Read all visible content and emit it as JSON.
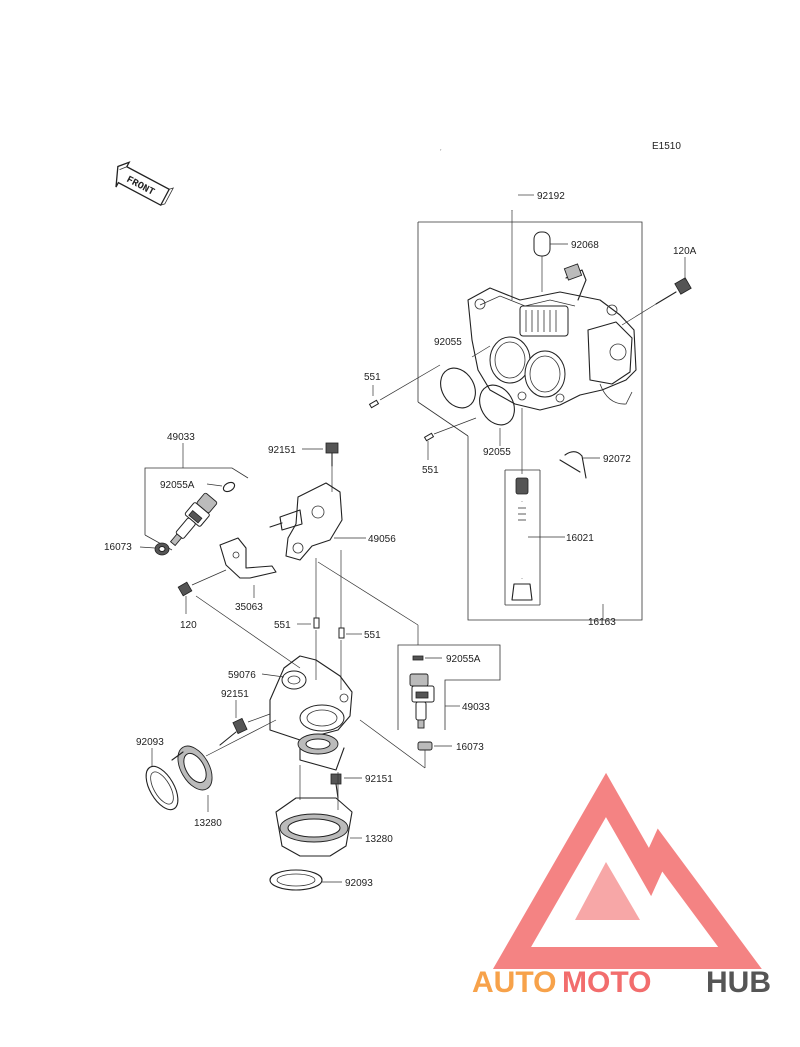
{
  "diagram": {
    "code": "E1510",
    "front_label": "FRONT",
    "parts": {
      "tube_92192": "92192",
      "cap_92068": "92068",
      "bolt_120a": "120A",
      "oring_92055_left": "92055",
      "oring_92055_right": "92055",
      "pin_551_top": "551",
      "pin_551_mid": "551",
      "band_92072": "92072",
      "screw_16021": "16021",
      "throttle_16163": "16163",
      "injector_assy_49033_top": "49033",
      "oring_92055a_top": "92055A",
      "cap_16073_left": "16073",
      "bolt_92151_top": "92151",
      "pipe_49056": "49056",
      "bracket_35063": "35063",
      "bolt_120": "120",
      "pin_551_lower_left": "551",
      "pin_551_lower_right": "551",
      "holder_59076": "59076",
      "bolt_92151_mid": "92151",
      "gasket_92093_left": "92093",
      "insulator_13280_left": "13280",
      "bolt_92151_bottom": "92151",
      "insulator_13280_right": "13280",
      "gasket_92093_bottom": "92093",
      "oring_92055a_bottom": "92055A",
      "injector_assy_49033_bottom": "49033",
      "cap_16073_right": "16073"
    }
  },
  "watermark": {
    "brand_part1": "AUTO",
    "brand_part2": "MOTO",
    "brand_part3": "HUB",
    "colors": {
      "red": "#f26d6d",
      "orange": "#f7a24a",
      "grey": "#555555"
    }
  }
}
